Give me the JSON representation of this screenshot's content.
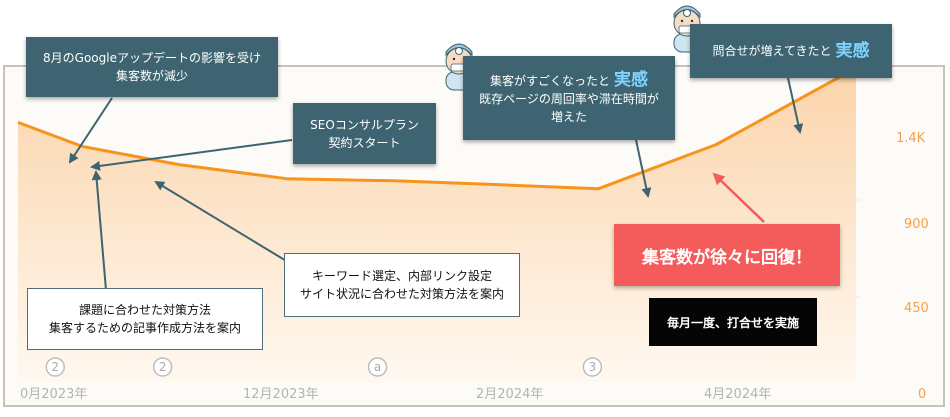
{
  "chart_data": {
    "type": "area",
    "x_tick_labels": [
      "0月2023年",
      "12月2023年",
      "2月2024年",
      "4月2024年"
    ],
    "y_tick_labels": [
      "1.4K",
      "900",
      "450",
      "0"
    ],
    "ylim": [
      0,
      1600
    ],
    "grid": true,
    "series": [
      {
        "values": [
          {
            "x": 0.0,
            "y": 1290
          },
          {
            "x": 0.6,
            "y": 1170
          },
          {
            "x": 1.5,
            "y": 1080
          },
          {
            "x": 2.5,
            "y": 1010
          },
          {
            "x": 3.5,
            "y": 1000
          },
          {
            "x": 4.5,
            "y": 980
          },
          {
            "x": 5.4,
            "y": 960
          },
          {
            "x": 6.5,
            "y": 1180
          },
          {
            "x": 7.8,
            "y": 1560
          }
        ]
      }
    ],
    "event_markers": [
      {
        "label": "2",
        "x": 0.3
      },
      {
        "label": "2",
        "x": 1.3
      },
      {
        "label": "a",
        "x": 3.3
      },
      {
        "label": "3",
        "x": 5.3
      }
    ],
    "colors": {
      "line": "#f7941d",
      "fill_top": "#fbd7b0",
      "fill_bottom": "#fff7ef",
      "y_ticks": "#f5a04a"
    }
  },
  "annotations": {
    "google_update": {
      "line1": "8月のGoogleアップデートの影響を受け",
      "line2": "集客数が減少"
    },
    "seo_start": {
      "line1": "SEOコンサルプラン",
      "line2": "契約スタート"
    },
    "visitors_up": {
      "line1": "集客がすごくなったと",
      "accent": "実感",
      "line2": "既存ページの周回率や滞在時間が",
      "line3": "増えた"
    },
    "inquiries_up": {
      "text": "問合せが増えてきたと",
      "accent": "実感"
    },
    "keyword": {
      "line1": "キーワード選定、内部リンク設定",
      "line2": "サイト状況に合わせた対策方法を案内"
    },
    "issues": {
      "line1": "課題に合わせた対策方法",
      "line2": "集客するための記事作成方法を案内"
    },
    "recovery": {
      "text": "集客数が徐々に回復！"
    },
    "monthly": {
      "text": "毎月一度、打合せを実施"
    }
  },
  "icons": [
    "doctor-avatar-icon",
    "doctor-avatar-icon"
  ]
}
